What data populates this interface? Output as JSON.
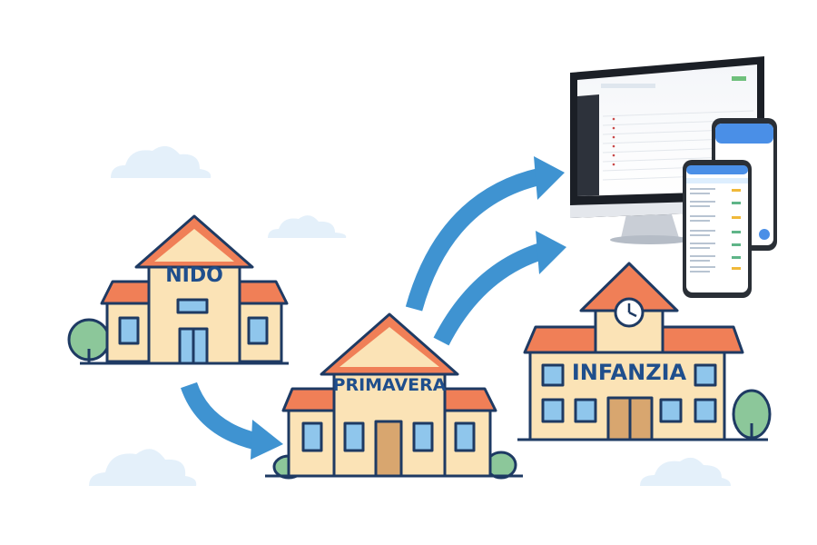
{
  "buildings": {
    "nido": {
      "label": "NIDO"
    },
    "primavera": {
      "label": "PRIMAVERA"
    },
    "infanzia": {
      "label": "INFANZIA"
    }
  },
  "colors": {
    "arrow": "#3f93d1",
    "roof": "#f07f57",
    "wall": "#fbe3b6",
    "outline": "#1e3a63",
    "window": "#8fc6ec",
    "door": "#d8a66f",
    "tree": "#8cc79a",
    "cloud": "#e4f0fa"
  },
  "icons": [
    "clock-icon",
    "desktop-monitor-icon",
    "smartphone-icon",
    "cloud-icon",
    "tree-icon",
    "arrow-icon"
  ]
}
